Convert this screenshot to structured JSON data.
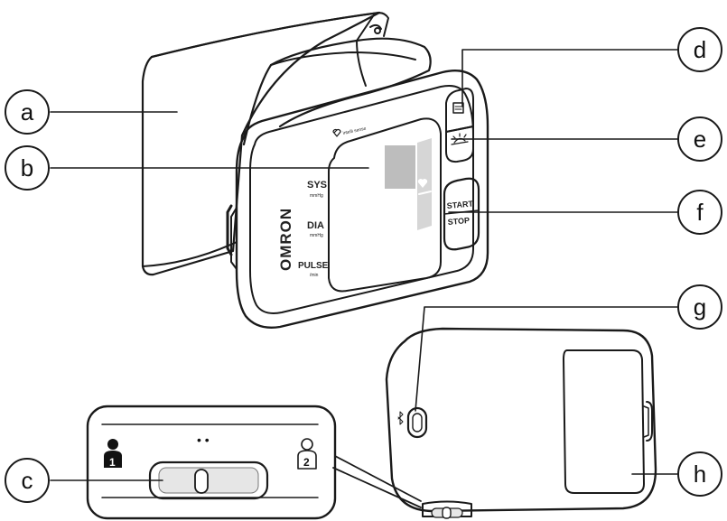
{
  "callouts": {
    "a": "a",
    "b": "b",
    "c": "c",
    "d": "d",
    "e": "e",
    "f": "f",
    "g": "g",
    "h": "h"
  },
  "device": {
    "brand": "OMRON",
    "sys_label": "SYS",
    "sys_unit": "mmHg",
    "dia_label": "DIA",
    "dia_unit": "mmHg",
    "pulse_label": "PULSE",
    "pulse_unit": "/min",
    "start_label": "START",
    "stop_label": "STOP",
    "top_logo": "intelli sense"
  },
  "switch_inset": {
    "user1": "1",
    "user2": "2",
    "dots": "• •"
  },
  "colors": {
    "line": "#1a1a1a",
    "display_fill": "#eeeeee",
    "segment_gray": "#bdbdbd"
  }
}
